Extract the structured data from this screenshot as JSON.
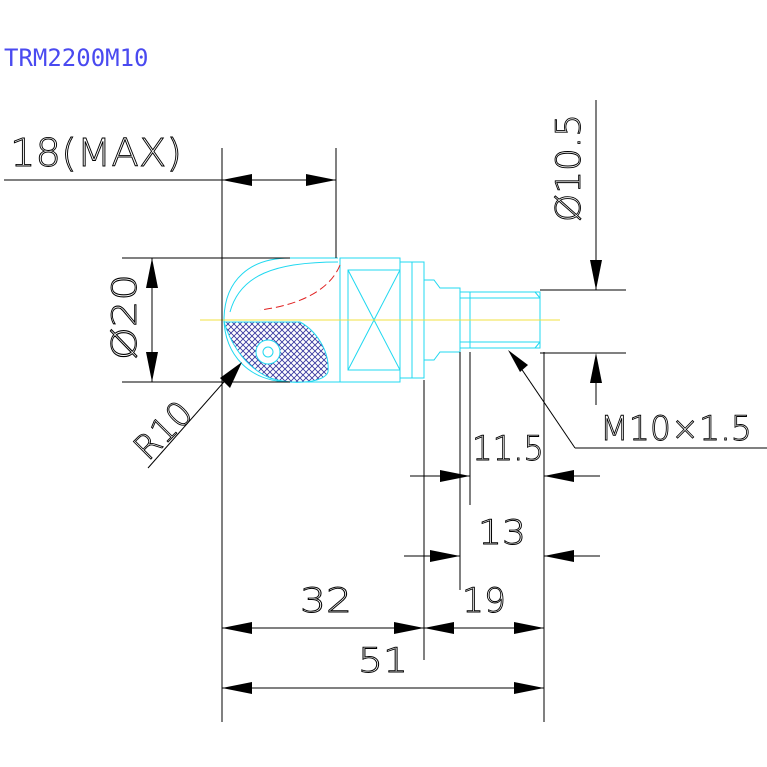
{
  "title": "TRM2200M10",
  "dimensions": {
    "max_width": "18(MAX)",
    "diameter_body": "Ø20",
    "diameter_thread": "Ø10.5",
    "radius": "R10",
    "thread": "M10×1.5",
    "d_11_5": "11.5",
    "d_13": "13",
    "d_19": "19",
    "d_32": "32",
    "d_51": "51"
  },
  "colors": {
    "outline": "#20d8f0",
    "dimension": "#000000",
    "hatch": "#3a3aa0",
    "centerline": "#f0e040",
    "hidden": "#e02020",
    "title": "#4a4af0"
  }
}
